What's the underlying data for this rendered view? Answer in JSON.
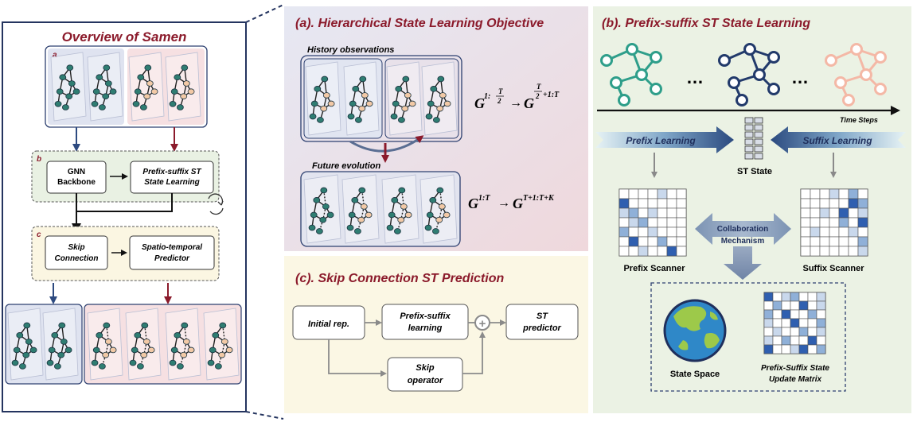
{
  "overview": {
    "title": "Overview of Samen",
    "label_a": "a",
    "label_b": "b",
    "label_c": "c",
    "gnn_backbone": [
      "GNN",
      "Backbone"
    ],
    "prefix_suffix_box": [
      "Prefix-suffix ST",
      "State Learning"
    ],
    "skip_connection": [
      "Skip",
      "Connection"
    ],
    "st_predictor": [
      "Spatio-temporal",
      "Predictor"
    ]
  },
  "panel_a": {
    "title": "(a). Hierarchical State Learning Objective",
    "history_label": "History observations",
    "future_label": "Future evolution",
    "formula1_base": "G",
    "formula1_sup": "1:",
    "formula1_frac_num": "T",
    "formula1_frac_den": "2",
    "formula1_arrow": "→",
    "formula1_rhs_base": "G",
    "formula1_rhs_sup": "+1:T",
    "formula2_base": "G",
    "formula2_sup": "1:T",
    "formula2_arrow": "→",
    "formula2_rhs_base": "G",
    "formula2_rhs_sup": "T+1:T+K"
  },
  "panel_b": {
    "title": "(b). Prefix-suffix ST State Learning",
    "ellipsis": "…",
    "time_steps": "Time Steps",
    "prefix_learning": "Prefix Learning",
    "suffix_learning": "Suffix Learning",
    "st_state": "ST State",
    "prefix_scanner": "Prefix Scanner",
    "suffix_scanner": "Suffix Scanner",
    "collaboration": [
      "Collaboration",
      "Mechanism"
    ],
    "state_space": "State Space",
    "update_matrix": [
      "Prefix-Suffix State",
      "Update Matrix"
    ]
  },
  "panel_c": {
    "title": "(c). Skip Connection ST Prediction",
    "initial_rep": "Initial rep.",
    "prefix_suffix_learning": [
      "Prefix-suffix",
      "learning"
    ],
    "st_predictor": [
      "ST",
      "predictor"
    ],
    "skip_operator": [
      "Skip",
      "operator"
    ],
    "plus": "+"
  },
  "colors": {
    "dark_navy": "#1f2f5c",
    "dark_red": "#8b1a2b",
    "teal": "#2e9e8a",
    "navy_graph": "#223a6b",
    "peach": "#f4b8a6",
    "green_node": "#2f7d72",
    "orange_node": "#f2c9a6"
  }
}
